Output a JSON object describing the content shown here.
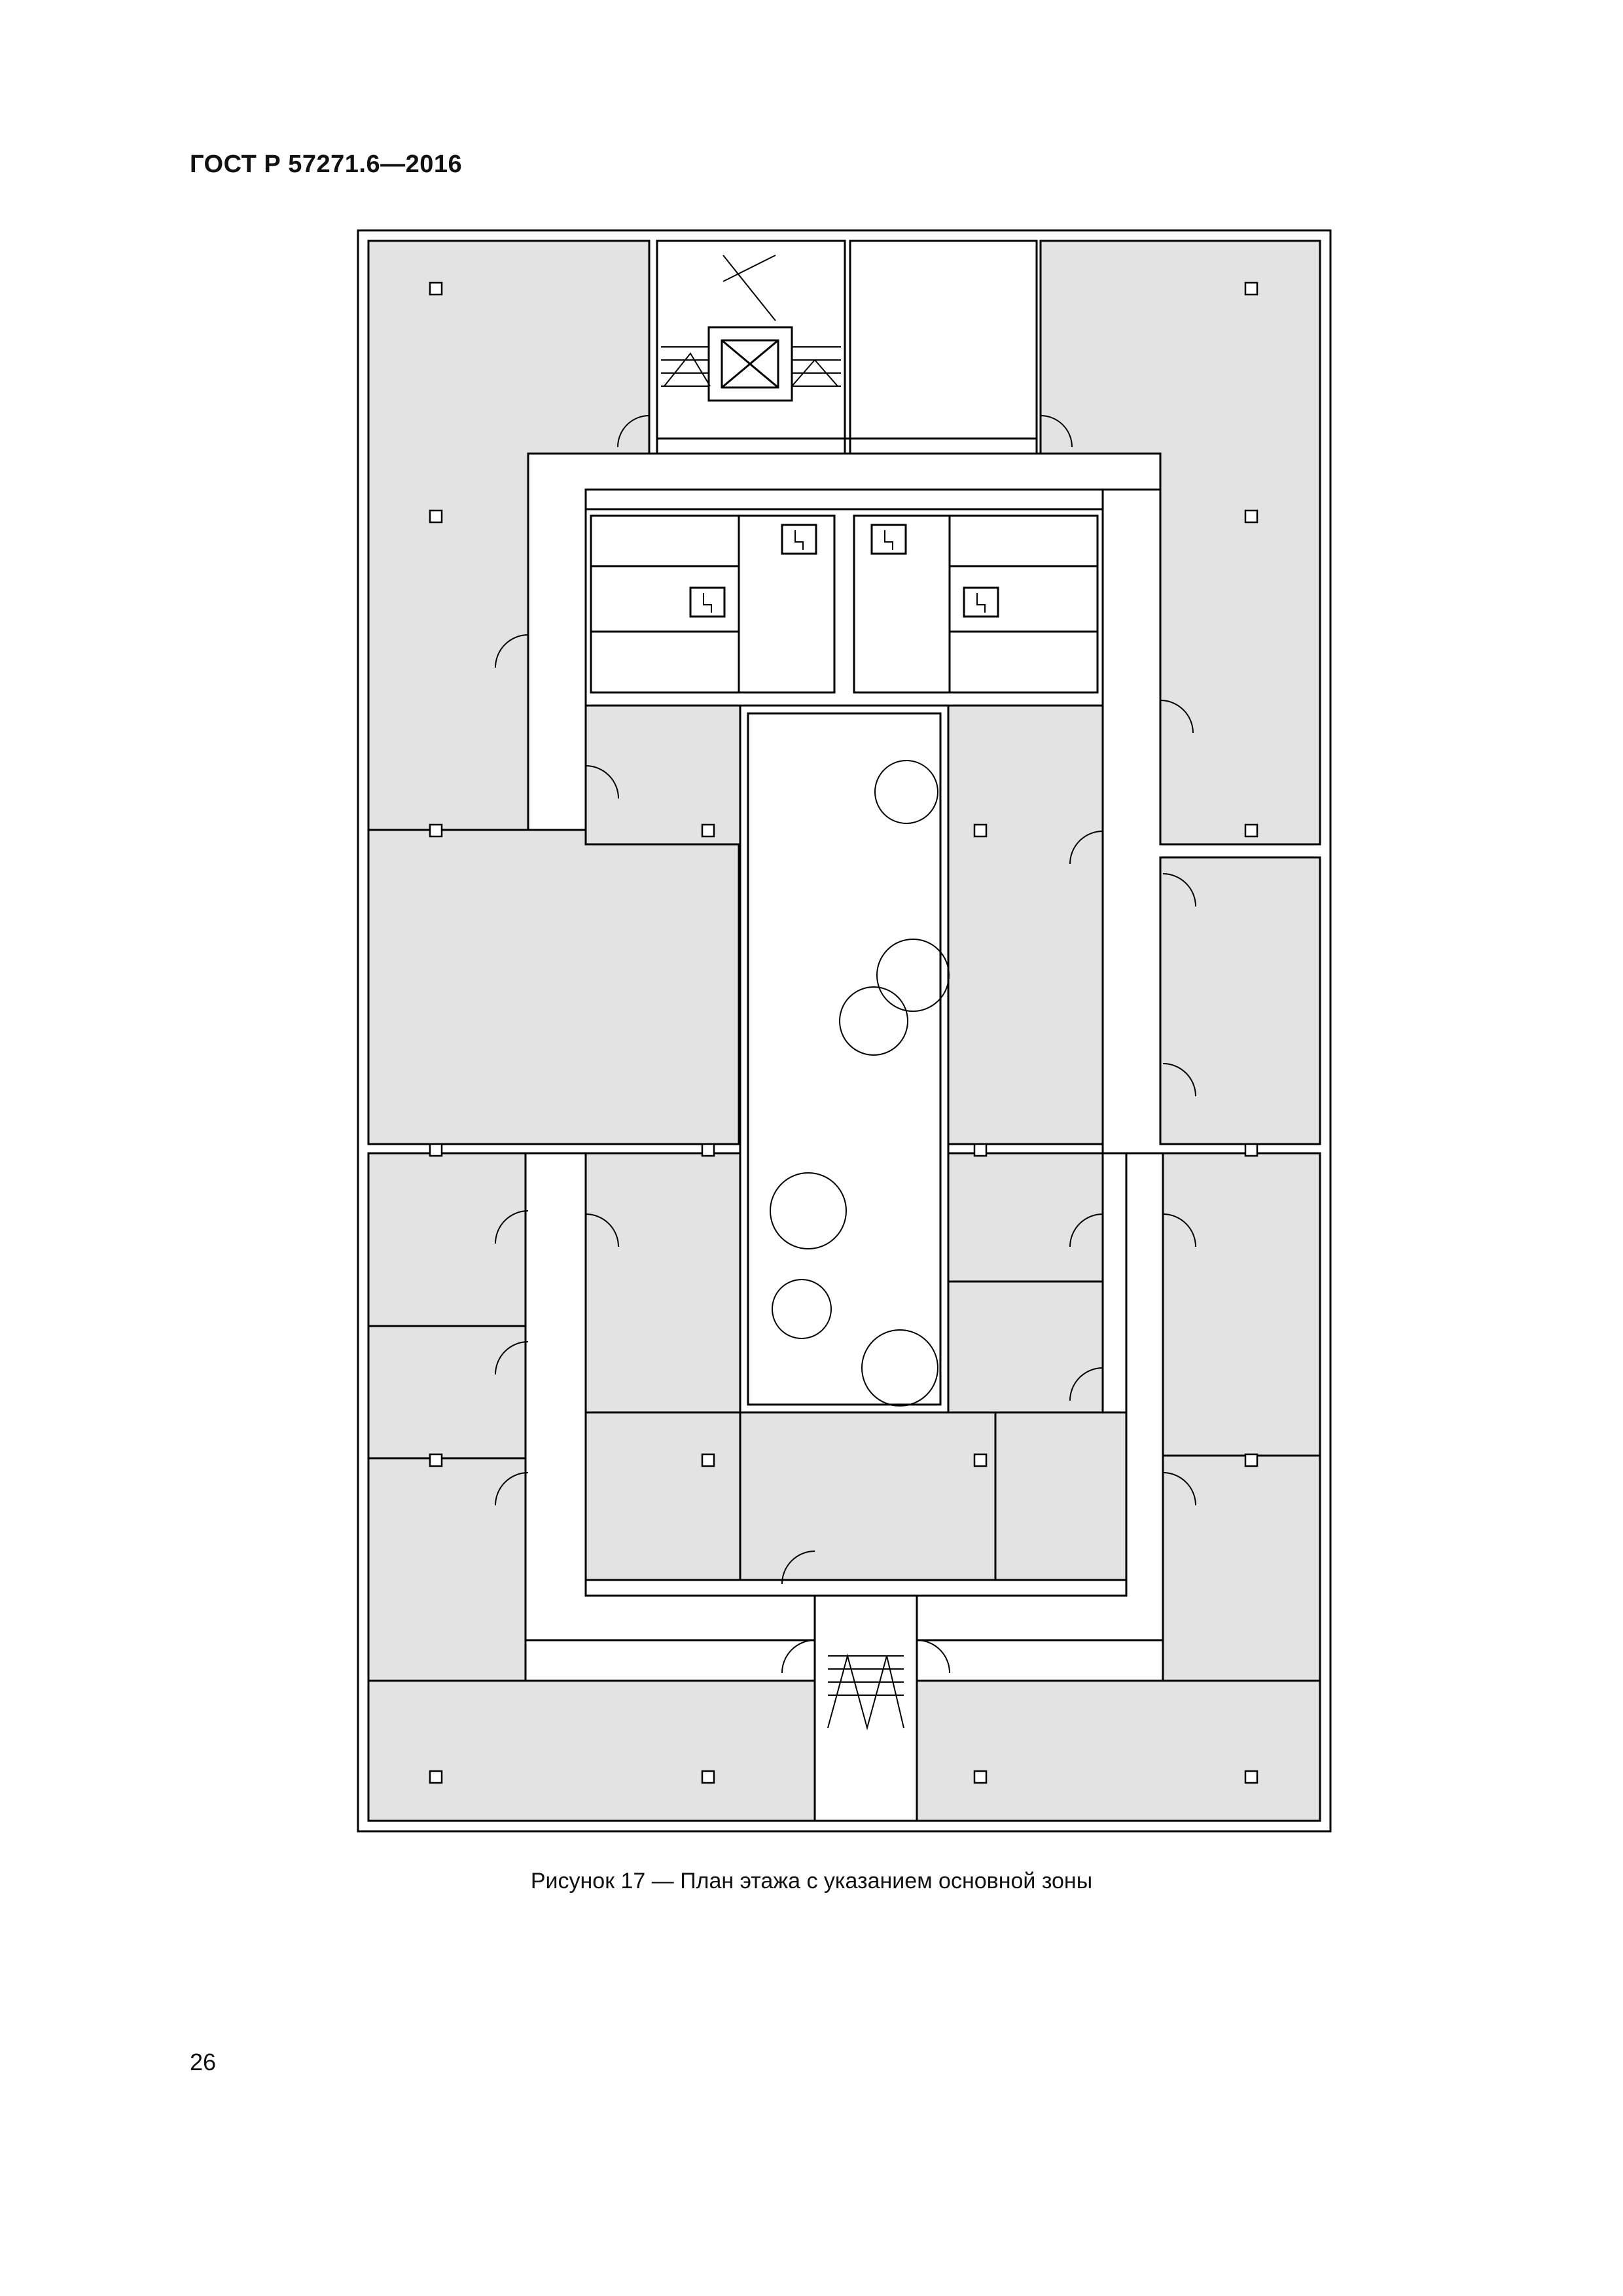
{
  "header": {
    "standard": "ГОСТ Р 57271.6—2016"
  },
  "figure": {
    "caption": "Рисунок 17 — План этажа с указанием основной зоны",
    "zones": {
      "fill_color": "#e3e3e3",
      "outline_color": "#000000"
    },
    "icons": [
      "elevator-icon",
      "electrical-panel-icon",
      "plant-icon",
      "stair-icon",
      "door-swing-icon",
      "column-icon"
    ]
  },
  "footer": {
    "page_number": "26"
  }
}
